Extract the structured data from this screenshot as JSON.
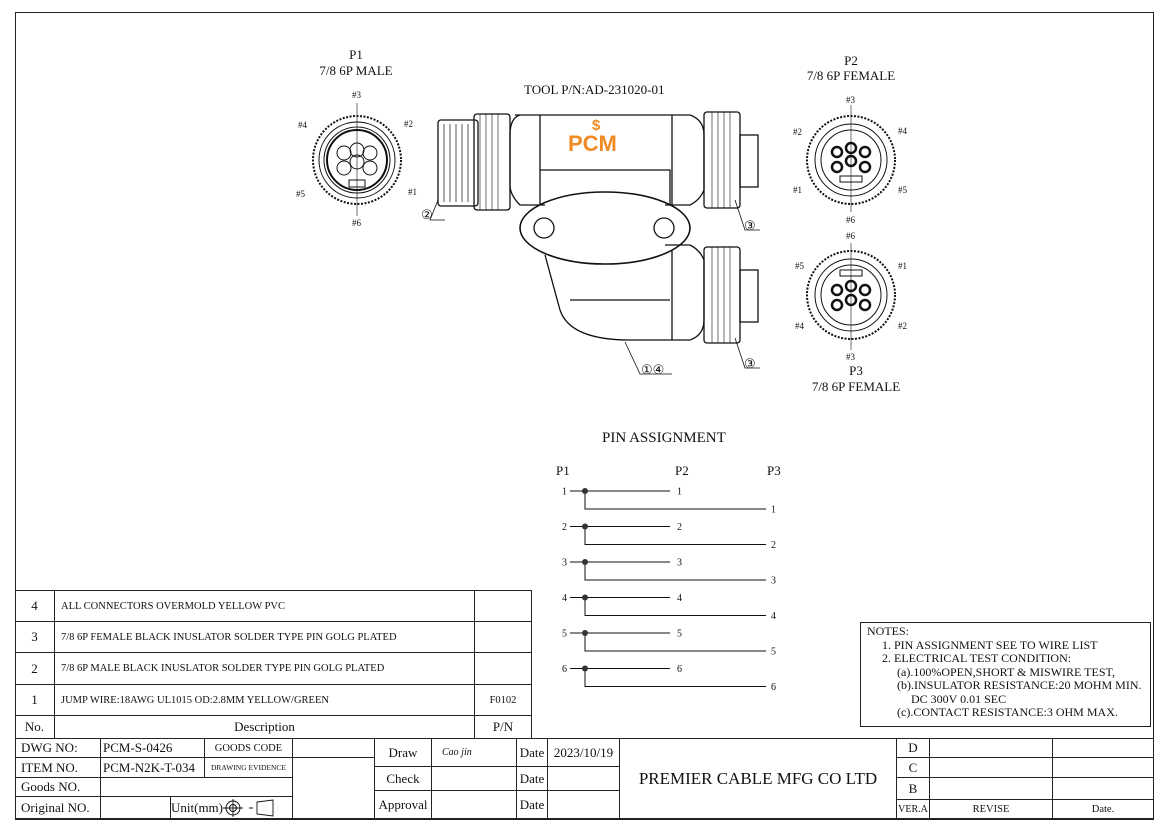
{
  "drawing": {
    "tool_pn": "TOOL P/N:AD-231020-01",
    "logo_text": "PCM",
    "brand_color": "#f08a24",
    "connectors": [
      {
        "id": "P1",
        "type": "7/8 6P MALE",
        "pins": [
          "#1",
          "#2",
          "#3",
          "#4",
          "#5",
          "#6"
        ]
      },
      {
        "id": "P2",
        "type": "7/8 6P FEMALE",
        "pins": [
          "#1",
          "#2",
          "#3",
          "#4",
          "#5",
          "#6"
        ]
      },
      {
        "id": "P3",
        "type": "7/8 6P FEMALE",
        "pins": [
          "#1",
          "#2",
          "#3",
          "#4",
          "#5",
          "#6"
        ]
      }
    ],
    "callouts": [
      "②",
      "③",
      "③",
      "①④"
    ]
  },
  "pin_assignment": {
    "title": "PIN   ASSIGNMENT",
    "headers": [
      "P1",
      "P2",
      "P3"
    ],
    "rows": [
      {
        "p1": "1",
        "p2": "1",
        "p3": "1"
      },
      {
        "p1": "2",
        "p2": "2",
        "p3": "2"
      },
      {
        "p1": "3",
        "p2": "3",
        "p3": "3"
      },
      {
        "p1": "4",
        "p2": "4",
        "p3": "4"
      },
      {
        "p1": "5",
        "p2": "5",
        "p3": "5"
      },
      {
        "p1": "6",
        "p2": "6",
        "p3": "6"
      }
    ]
  },
  "notes": {
    "title": "NOTES:",
    "lines": [
      "1.  PIN ASSIGNMENT SEE TO WIRE LIST",
      "2.  ELECTRICAL TEST CONDITION:",
      "(a).100%OPEN,SHORT & MISWIRE TEST,",
      "(b).INSULATOR RESISTANCE:20 MOHM MIN.",
      "DC 300V 0.01 SEC",
      "(c).CONTACT RESISTANCE:3 OHM MAX."
    ]
  },
  "bom": {
    "headers": {
      "no": "No.",
      "desc": "Description",
      "pn": "P/N"
    },
    "rows": [
      {
        "no": "4",
        "desc": "ALL CONNECTORS OVERMOLD YELLOW PVC",
        "pn": ""
      },
      {
        "no": "3",
        "desc": "7/8 6P FEMALE BLACK INUSLATOR SOLDER TYPE PIN GOLG PLATED",
        "pn": ""
      },
      {
        "no": "2",
        "desc": "7/8 6P MALE BLACK INUSLATOR SOLDER TYPE PIN GOLG PLATED",
        "pn": ""
      },
      {
        "no": "1",
        "desc": "JUMP WIRE:18AWG UL1015 OD:2.8MM YELLOW/GREEN",
        "pn": "F0102"
      }
    ]
  },
  "title_block": {
    "dwg_no_label": "DWG NO:",
    "dwg_no": "PCM-S-0426",
    "goods_code_label": "GOODS CODE",
    "item_no_label": "ITEM NO.",
    "item_no": "PCM-N2K-T-034",
    "drawing_evidence_label": "DRAWING EVIDENCE",
    "goods_no_label": "Goods NO.",
    "original_no_label": "Original NO.",
    "unit_label": "Unit(mm)",
    "draw_label": "Draw",
    "draw_sign": "Cao jin",
    "check_label": "Check",
    "approval_label": "Approval",
    "date_label": "Date",
    "draw_date": "2023/10/19",
    "company": "PREMIER CABLE MFG CO LTD",
    "revisions": [
      "D",
      "C",
      "B"
    ],
    "ver_label": "VER.A",
    "revise_label": "REVISE",
    "rev_date_label": "Date."
  }
}
